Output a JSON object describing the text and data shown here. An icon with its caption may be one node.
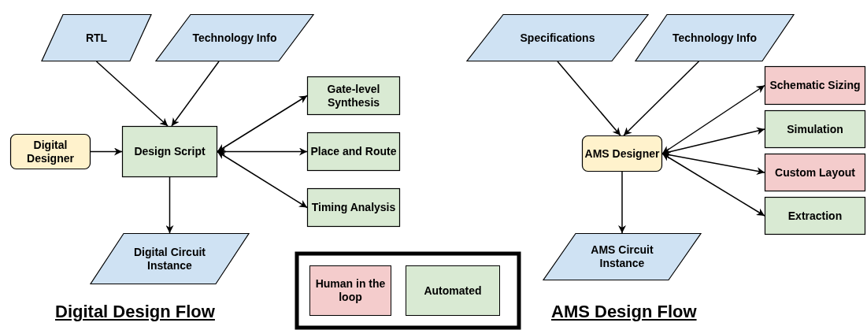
{
  "diagram": {
    "nodes": [
      {
        "text": [
          "RTL"
        ]
      },
      {
        "text": [
          "Technology Info"
        ]
      },
      {
        "text": [
          "Digital Designer"
        ]
      },
      {
        "text": [
          "Design Script"
        ]
      },
      {
        "text": [
          "Gate-level Synthesis"
        ]
      },
      {
        "text": [
          "Place and Route"
        ]
      },
      {
        "text": [
          "Timing Analysis"
        ]
      },
      {
        "text": [
          "Digital Circuit Instance"
        ]
      },
      {
        "text": [
          "Specifications"
        ]
      },
      {
        "text": [
          "Technology Info"
        ]
      },
      {
        "text": [
          "AMS Designer"
        ]
      },
      {
        "text": [
          "Schematic Sizing"
        ]
      },
      {
        "text": [
          "Simulation"
        ]
      },
      {
        "text": [
          "Custom Layout"
        ]
      },
      {
        "text": [
          "Extraction"
        ]
      },
      {
        "text": [
          "AMS Circuit Instance"
        ]
      }
    ],
    "edges": [
      {
        "from": 0,
        "to": 3,
        "arrow": "to"
      },
      {
        "from": 1,
        "to": 3,
        "arrow": "to"
      },
      {
        "from": 2,
        "to": 3,
        "arrow": "to"
      },
      {
        "from": 3,
        "to": 4,
        "arrow": "both"
      },
      {
        "from": 3,
        "to": 5,
        "arrow": "both"
      },
      {
        "from": 3,
        "to": 6,
        "arrow": "both"
      },
      {
        "from": 3,
        "to": 7,
        "arrow": "to"
      },
      {
        "from": 8,
        "to": 10,
        "arrow": "to"
      },
      {
        "from": 9,
        "to": 10,
        "arrow": "to"
      },
      {
        "from": 10,
        "to": 11,
        "arrow": "both"
      },
      {
        "from": 10,
        "to": 12,
        "arrow": "both"
      },
      {
        "from": 10,
        "to": 13,
        "arrow": "both"
      },
      {
        "from": 10,
        "to": 14,
        "arrow": "both"
      },
      {
        "from": 10,
        "to": 15,
        "arrow": "to"
      }
    ],
    "labels": [
      "Digital Design Flow",
      "AMS Design Flow"
    ],
    "legend": [
      {
        "text": "Human in the loop",
        "color": "#f4cccc"
      },
      {
        "text": "Automated",
        "color": "#d9ead3"
      }
    ]
  }
}
